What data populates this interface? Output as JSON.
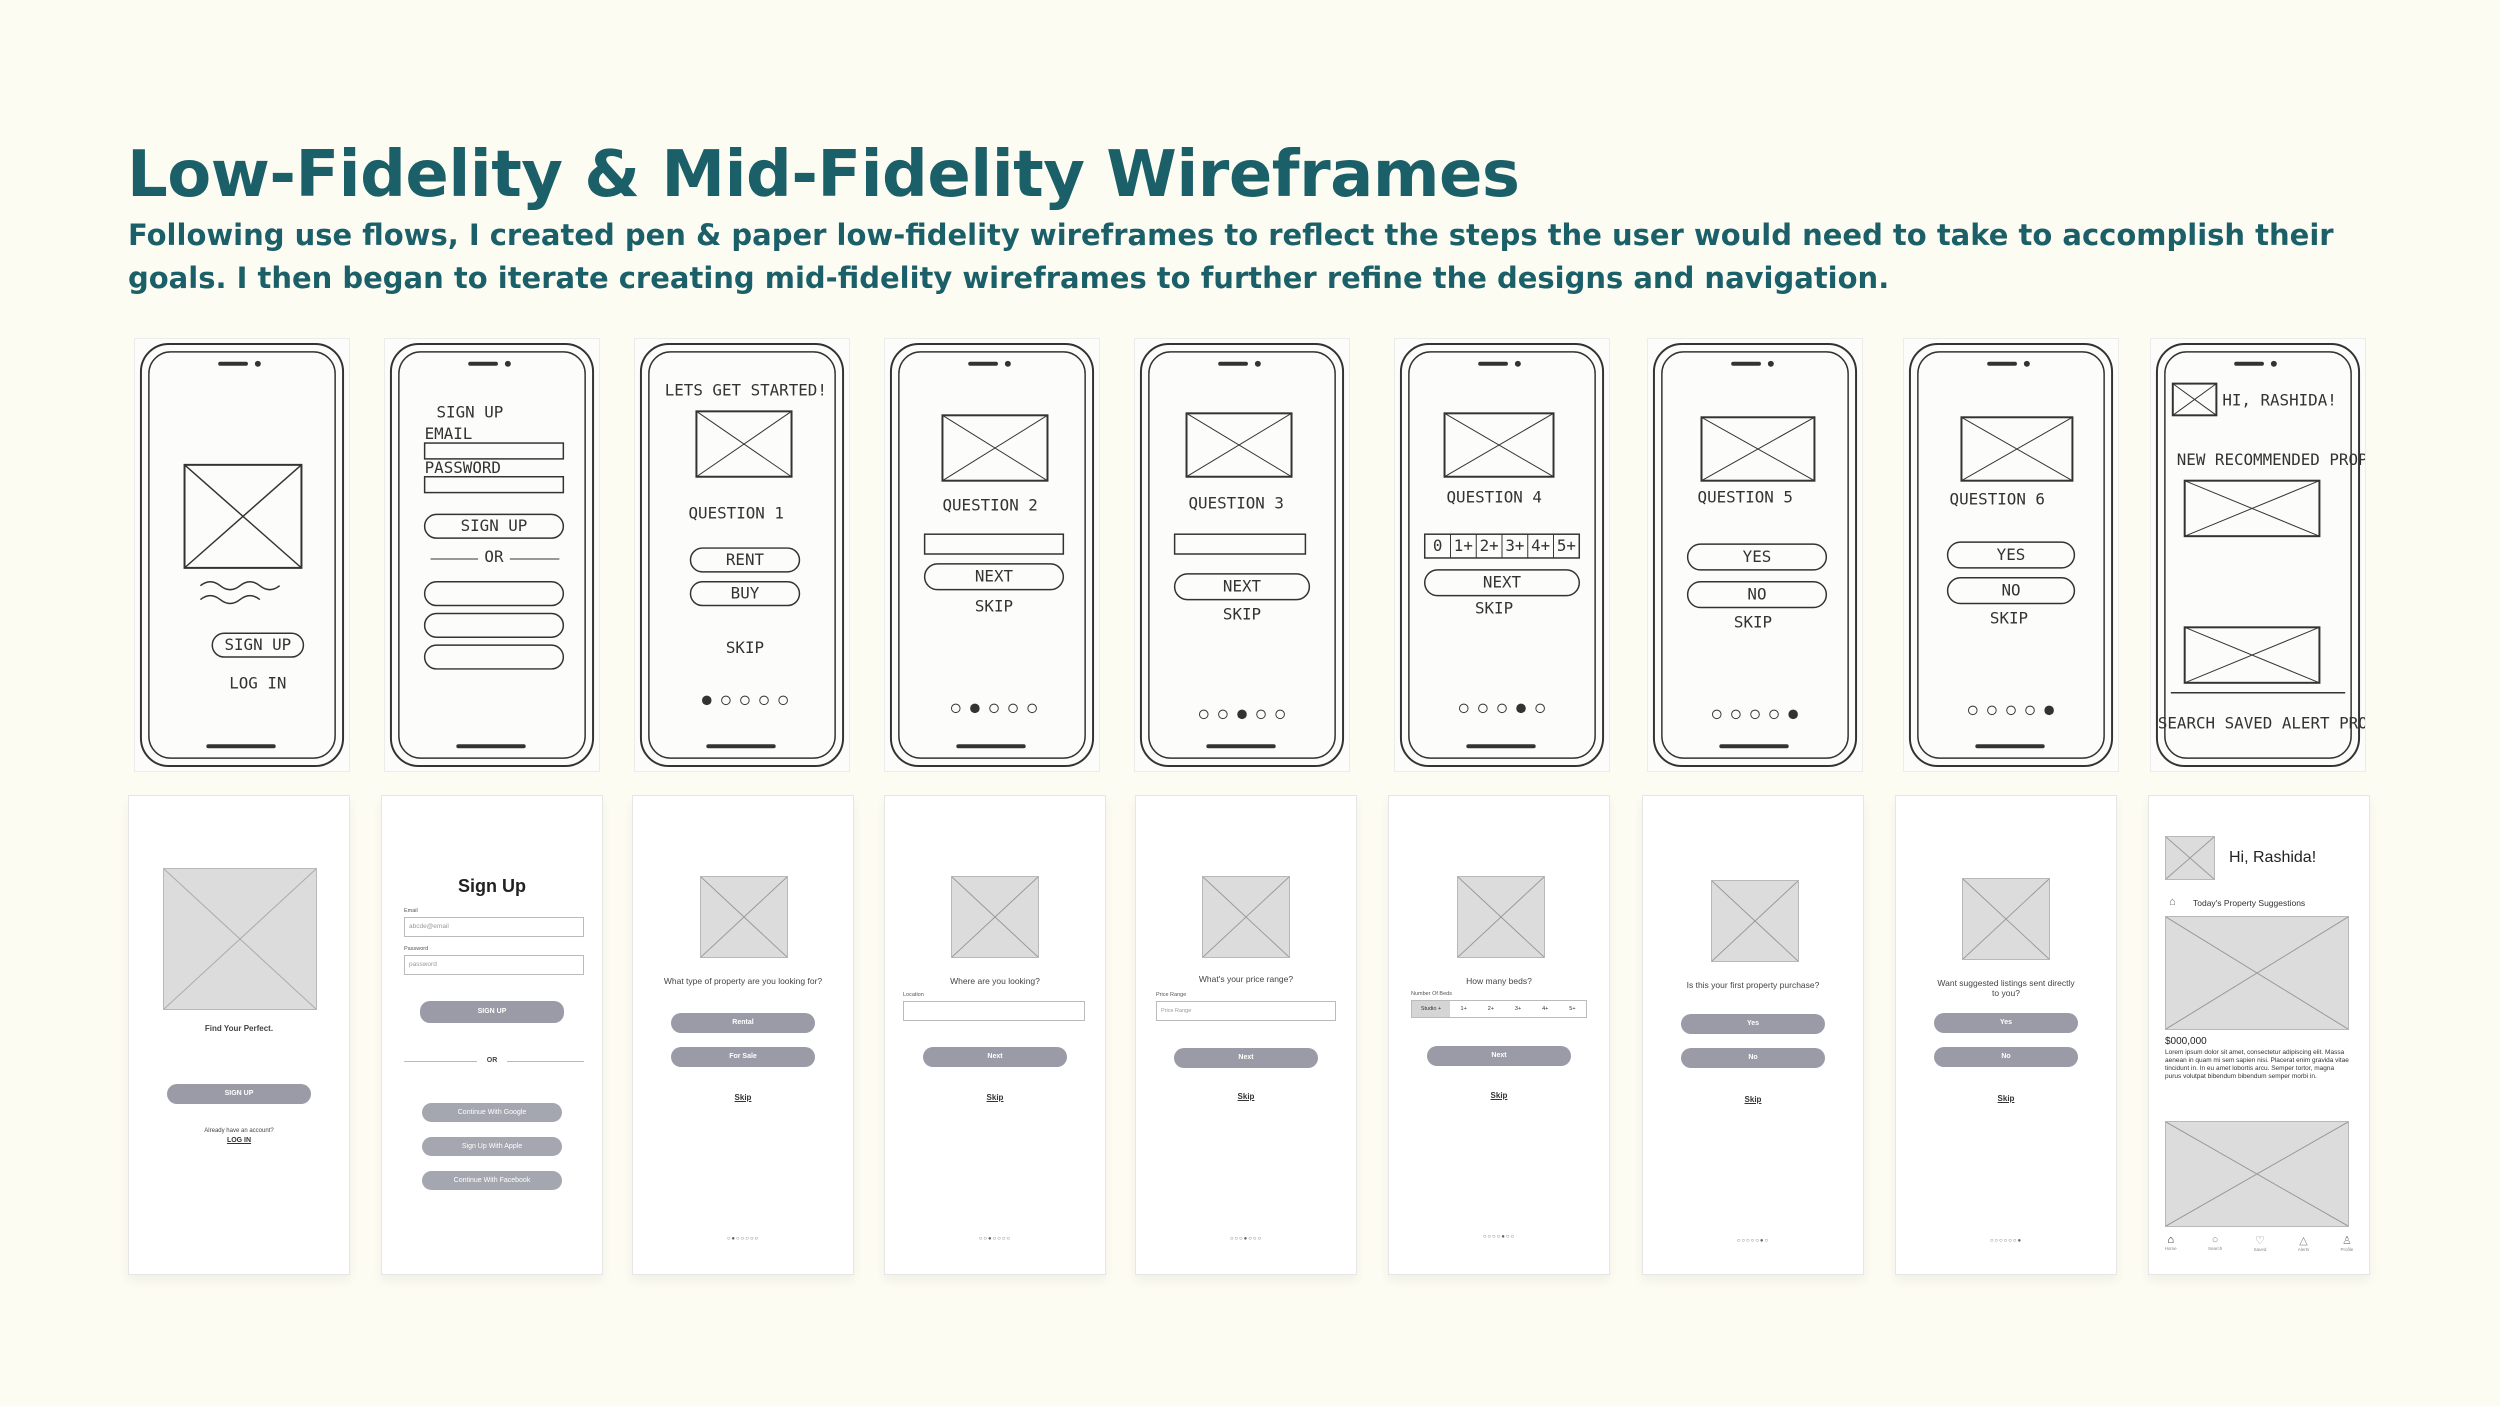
{
  "header": {
    "title": "Low-Fidelity & Mid-Fidelity Wireframes",
    "subtitle": "Following use flows, I created pen & paper low-fidelity wireframes to reflect the steps the user would need to take to accomplish their goals. I then began to iterate creating mid-fidelity wireframes to further refine the designs and navigation."
  },
  "sketches": {
    "s2": {
      "title": "SIGN UP",
      "email": "EMAIL",
      "password": "PASSWORD",
      "signup": "SIGN UP",
      "or": "OR"
    },
    "s1": {
      "signup": "SIGN UP",
      "login": "LOG IN"
    },
    "s3": {
      "title": "LETS GET STARTED!",
      "q": "QUESTION 1",
      "b1": "RENT",
      "b2": "BUY",
      "skip": "SKIP"
    },
    "s4": {
      "q": "QUESTION 2",
      "next": "NEXT",
      "skip": "SKIP"
    },
    "s5": {
      "q": "QUESTION 3",
      "next": "NEXT",
      "skip": "SKIP"
    },
    "s6": {
      "q": "QUESTION 4",
      "opts": [
        "0",
        "1+",
        "2+",
        "3+",
        "4+",
        "5+"
      ],
      "next": "NEXT",
      "skip": "SKIP"
    },
    "s7": {
      "q": "QUESTION 5",
      "b1": "YES",
      "b2": "NO",
      "skip": "SKIP"
    },
    "s8": {
      "q": "QUESTION 6",
      "b1": "YES",
      "b2": "NO",
      "skip": "SKIP"
    },
    "s9": {
      "greet": "HI, RASHIDA!",
      "rec": "NEW RECOMMENDED PROPERTIES",
      "nav": "HOME SEARCH SAVED ALERT PROFILE"
    }
  },
  "midfi": {
    "c1": {
      "tagline": "Find Your Perfect.",
      "signup": "SIGN UP",
      "have": "Already have an account?",
      "login": "LOG IN"
    },
    "c2": {
      "title": "Sign Up",
      "email_label": "Email",
      "email_ph": "abcde@email",
      "pass_label": "Password",
      "pass_ph": "password",
      "signup": "SIGN UP",
      "or": "OR",
      "google": "Continue With Google",
      "apple": "Sign Up With Apple",
      "facebook": "Continue With Facebook"
    },
    "c3": {
      "q": "What type of property are you looking for?",
      "b1": "Rental",
      "b2": "For Sale",
      "skip": "Skip",
      "dots": "○●○○○○○"
    },
    "c4": {
      "q": "Where are you looking?",
      "label": "Location",
      "next": "Next",
      "skip": "Skip",
      "dots": "○○●○○○○"
    },
    "c5": {
      "q": "What's your price range?",
      "label": "Price Range",
      "ph": "Price Range",
      "next": "Next",
      "skip": "Skip",
      "dots": "○○○●○○○"
    },
    "c6": {
      "q": "How many beds?",
      "label": "Number Of Beds",
      "opts": [
        "Studio +",
        "1+",
        "2+",
        "3+",
        "4+",
        "5+"
      ],
      "next": "Next",
      "skip": "Skip",
      "dots": "○○○○●○○"
    },
    "c7": {
      "q": "Is this your first property purchase?",
      "b1": "Yes",
      "b2": "No",
      "skip": "Skip",
      "dots": "○○○○○●○"
    },
    "c8": {
      "q": "Want suggested listings sent directly to you?",
      "b1": "Yes",
      "b2": "No",
      "skip": "Skip",
      "dots": "○○○○○○●"
    },
    "c9": {
      "greet": "Hi, Rashida!",
      "sugg": "Today's Property Suggestions",
      "price": "$000,000",
      "desc": "Lorem ipsum dolor sit amet, consectetur adipiscing elit. Massa aenean in quam mi sem sapien nisi. Placerat enim gravida vitae tincidunt in. In eu amet lobortis arcu. Semper tortor, magna purus volutpat bibendum bibendum semper morbi in.",
      "nav": [
        "Home",
        "Search",
        "Saved",
        "Alerts",
        "Profile"
      ]
    }
  }
}
